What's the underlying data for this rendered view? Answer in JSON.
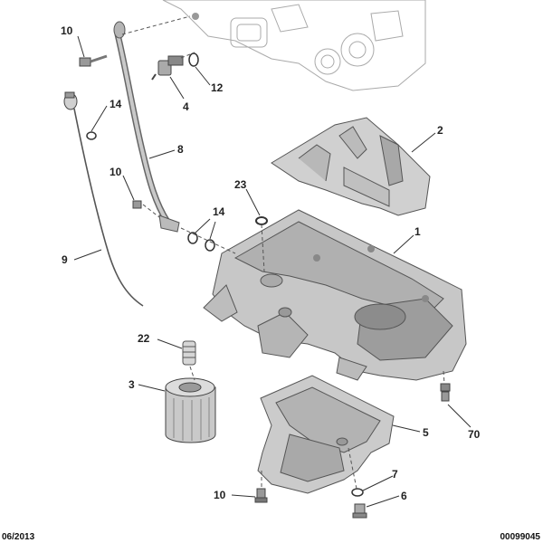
{
  "diagram": {
    "callouts": {
      "c10_top": "10",
      "c12": "12",
      "c4": "4",
      "c14_left": "14",
      "c8": "8",
      "c2": "2",
      "c10_mid": "10",
      "c23": "23",
      "c14_mid": "14",
      "c1": "1",
      "c9": "9",
      "c22": "22",
      "c3": "3",
      "c5": "5",
      "c70": "70",
      "c7": "7",
      "c10_bottom": "10",
      "c6": "6"
    },
    "footer": {
      "date": "06/2013",
      "reference": "00099045"
    },
    "colors": {
      "part_fill": "#c9c9c9",
      "part_dark": "#8c8c8c",
      "ghost_line": "#aaaaaa",
      "leader": "#333333"
    }
  }
}
